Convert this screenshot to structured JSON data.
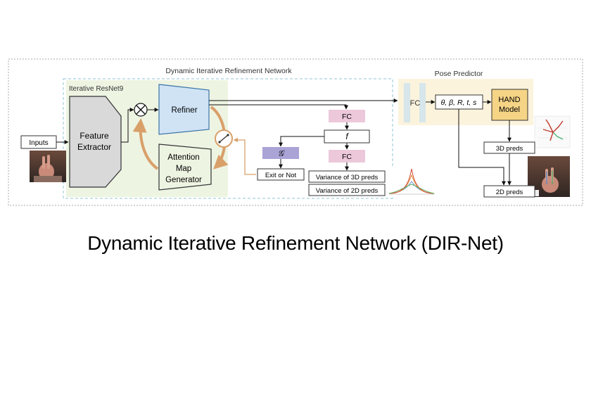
{
  "diagram": {
    "outer_title": "Dynamic Iterative Refinement Network",
    "resnet_title": "Iterative ResNet9",
    "pose_title": "Pose Predictor",
    "inputs": "Inputs",
    "feature_extractor": [
      "Feature",
      "Extractor"
    ],
    "multiply_symbol": "⊗",
    "refiner": "Refiner",
    "attention": [
      "Attention",
      "Map",
      "Generator"
    ],
    "fc_top": "FC",
    "f_symbol": "f",
    "fc_bottom": "FC",
    "g_symbol": "𝒢",
    "exit": "Exit or Not",
    "var3d": "Variance of 3D preds",
    "var2d": "Variance of 2D preds",
    "pose_fc": "FC",
    "params": "θ, β, R, t, s",
    "hand_model": [
      "HAND",
      "Model"
    ],
    "preds3d": "3D preds",
    "preds2d": "2D preds",
    "colors": {
      "refiner_fill": "#cfe3f5",
      "refiner_stroke": "#3b74a8",
      "fc_pink": "#ecc8da",
      "g_purple": "#a9a3d6",
      "hand_gold": "#f6d486",
      "loop_orange": "#d9a06a",
      "resnet_bg": "#eef4e2",
      "pose_bg": "#fbf3dc",
      "dashed_blue": "#8fc6d6"
    }
  },
  "caption": "Dynamic Iterative Refinement Network (DIR-Net)"
}
